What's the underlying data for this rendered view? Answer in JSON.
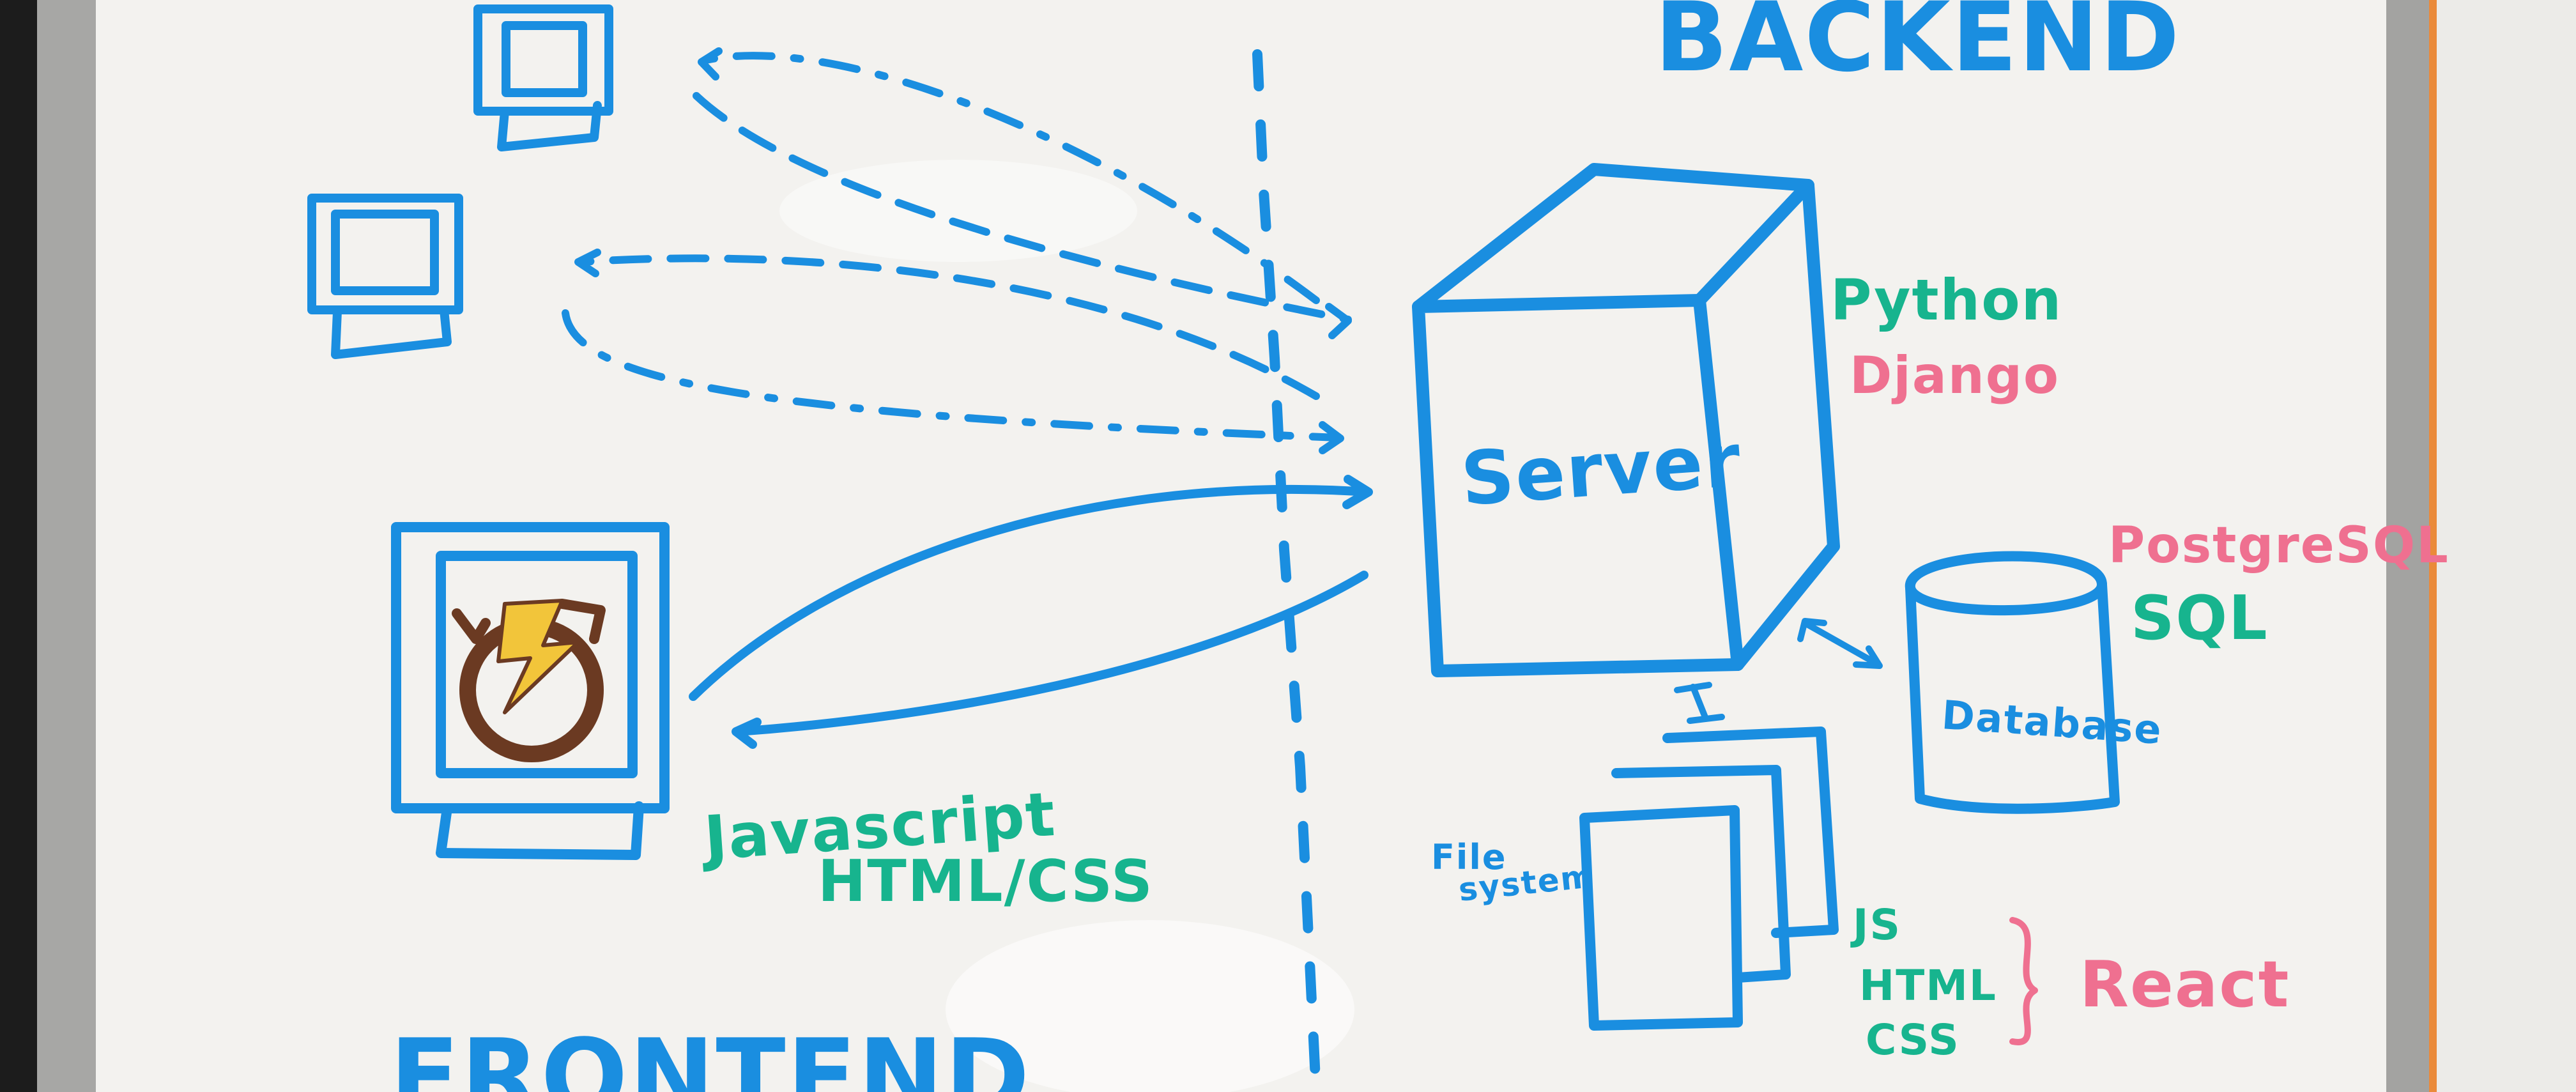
{
  "colors": {
    "blue": "#1a8ee0",
    "green": "#17b48e",
    "pink": "#ef7090",
    "board": "#f3f2ef",
    "frame_dark": "#1a1a1a",
    "frame_metal": "#9a9a98",
    "orange_edge": "#ea8a3a",
    "icon_yellow": "#f2c53a",
    "icon_brown": "#6b3a22"
  },
  "sections": {
    "backend": "BACKEND",
    "frontend": "FRONTEND"
  },
  "server": {
    "label": "Server",
    "languages": [
      "Python"
    ],
    "frameworks": [
      "Django"
    ]
  },
  "database": {
    "label": "Database",
    "engine": "PostgreSQL",
    "language": "SQL"
  },
  "filesystem": {
    "label_line1": "File",
    "label_line2": "system",
    "contents": [
      "JS",
      "HTML",
      "CSS"
    ],
    "framework": "React"
  },
  "client": {
    "languages_line1": "Javascript",
    "languages_line2": "HTML/CSS",
    "icon": "lightning-app-icon"
  },
  "other_clients": [
    "monitor-icon",
    "monitor-icon"
  ]
}
